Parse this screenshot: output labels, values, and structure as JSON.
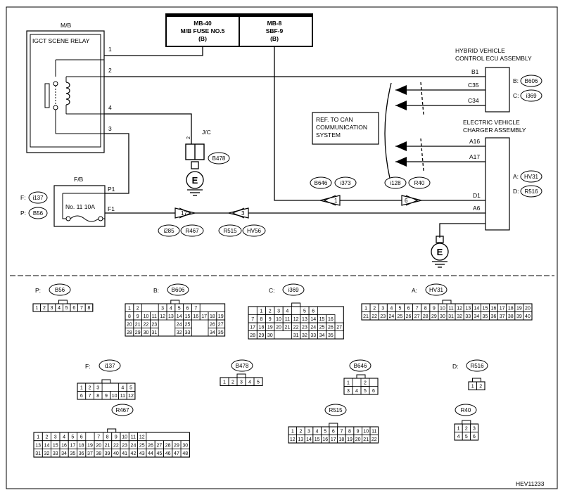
{
  "figure_id": "HEV11233",
  "mb": {
    "label": "M/B",
    "relay": "IGCT SCENE RELAY",
    "pins": [
      "1",
      "2",
      "4",
      "3"
    ],
    "fuse1_a": "MB-40",
    "fuse1_b": "M/B FUSE NO.5",
    "fuse1_c": "(B)",
    "fuse2_a": "MB-8",
    "fuse2_b": "SBF-9",
    "fuse2_c": "(B)"
  },
  "fb": {
    "label": "F/B",
    "fuse": "No. 11 10A",
    "pin_p": "P1",
    "pin_f": "F1",
    "conn_f_letter": "F:",
    "conn_f": "i137",
    "conn_p_letter": "P:",
    "conn_p": "B56"
  },
  "jc": {
    "label": "J/C",
    "pin": "2",
    "conn": "B478"
  },
  "ground": "E",
  "ecu": {
    "title1": "HYBRID VEHICLE",
    "title2": "CONTROL ECU ASSEMBLY",
    "pins": [
      "B1",
      "C35",
      "C34"
    ],
    "conn_b_letter": "B:",
    "conn_b": "B606",
    "conn_c_letter": "C:",
    "conn_c": "i369"
  },
  "charger": {
    "title1": "ELECTRIC VEHICLE",
    "title2": "CHARGER ASSEMBLY",
    "pins": [
      "A16",
      "A17",
      "D1",
      "A6"
    ],
    "conn_a_letter": "A:",
    "conn_a": "HV31",
    "conn_d_letter": "D:",
    "conn_d": "R516"
  },
  "can_ref": [
    "REF. TO CAN",
    "COMMUNICATION",
    "SYSTEM"
  ],
  "junctions": {
    "j17": {
      "num": "17",
      "c1": "i285",
      "c2": "R467"
    },
    "j3": {
      "num": "3",
      "c1": "R515",
      "c2": "HV56"
    },
    "j1": {
      "num": "1",
      "c1": "B646",
      "c2": "i373"
    },
    "j6": {
      "num": "6",
      "c1": "i128",
      "c2": "R40"
    }
  },
  "connectors": {
    "b56": {
      "letter": "P:",
      "name": "B56",
      "rows": [
        [
          "1",
          "2",
          "3",
          "4",
          "5",
          "6",
          "7",
          "8"
        ]
      ]
    },
    "b606": {
      "letter": "B:",
      "name": "B606",
      "rows": [
        [
          "1",
          "2",
          "",
          "",
          "3",
          "4",
          "5",
          "6",
          "7"
        ],
        [
          "8",
          "9",
          "10",
          "11",
          "12",
          "13",
          "14",
          "15",
          "16",
          "17",
          "18",
          "19"
        ],
        [
          "20",
          "21",
          "22",
          "23",
          "",
          "",
          "24",
          "25",
          "",
          "",
          "26",
          "27"
        ],
        [
          "28",
          "29",
          "30",
          "31",
          "",
          "",
          "32",
          "33",
          "",
          "",
          "34",
          "35"
        ]
      ]
    },
    "i369": {
      "letter": "C:",
      "name": "i369",
      "rows": [
        [
          "",
          "1",
          "2",
          "3",
          "4",
          "",
          "5",
          "6"
        ],
        [
          "7",
          "8",
          "9",
          "10",
          "11",
          "12",
          "13",
          "14",
          "15",
          "16"
        ],
        [
          "17",
          "18",
          "19",
          "20",
          "21",
          "22",
          "23",
          "24",
          "25",
          "26",
          "27"
        ],
        [
          "28",
          "29",
          "30",
          "",
          "",
          "31",
          "32",
          "33",
          "34",
          "35"
        ]
      ]
    },
    "hv31": {
      "letter": "A:",
      "name": "HV31",
      "rows": [
        [
          "1",
          "2",
          "3",
          "4",
          "5",
          "6",
          "7",
          "8",
          "9",
          "10",
          "11",
          "12",
          "13",
          "14",
          "15",
          "16",
          "17",
          "18",
          "19",
          "20"
        ],
        [
          "21",
          "22",
          "23",
          "24",
          "25",
          "26",
          "27",
          "28",
          "29",
          "30",
          "31",
          "32",
          "33",
          "34",
          "35",
          "36",
          "37",
          "38",
          "39",
          "40"
        ]
      ]
    },
    "i137": {
      "letter": "F:",
      "name": "i137",
      "rows": [
        [
          "1",
          "2",
          "3",
          "",
          "",
          "4",
          "5"
        ],
        [
          "6",
          "7",
          "8",
          "9",
          "10",
          "11",
          "12"
        ]
      ]
    },
    "b478": {
      "name": "B478",
      "rows": [
        [
          "1",
          "2",
          "3",
          "4",
          "5"
        ]
      ]
    },
    "b646": {
      "name": "B646",
      "rows": [
        [
          "1",
          "",
          "2"
        ],
        [
          "3",
          "4",
          "5",
          "6"
        ]
      ]
    },
    "r516": {
      "letter": "D:",
      "name": "R516",
      "rows": [
        [
          "1",
          "2"
        ]
      ]
    },
    "r467": {
      "name": "R467",
      "rows": [
        [
          "1",
          "2",
          "3",
          "4",
          "5",
          "6",
          "",
          "7",
          "8",
          "9",
          "10",
          "11",
          "12"
        ],
        [
          "13",
          "14",
          "15",
          "16",
          "17",
          "18",
          "19",
          "20",
          "21",
          "22",
          "23",
          "24",
          "25",
          "26",
          "27",
          "28",
          "29",
          "30"
        ],
        [
          "31",
          "32",
          "33",
          "34",
          "35",
          "36",
          "37",
          "38",
          "39",
          "40",
          "41",
          "42",
          "43",
          "44",
          "45",
          "46",
          "47",
          "48"
        ]
      ]
    },
    "r515": {
      "name": "R515",
      "rows": [
        [
          "1",
          "2",
          "3",
          "4",
          "5",
          "6",
          "7",
          "8",
          "9",
          "10",
          "11"
        ],
        [
          "12",
          "13",
          "14",
          "15",
          "16",
          "17",
          "18",
          "19",
          "20",
          "21",
          "22"
        ]
      ]
    },
    "r40": {
      "name": "R40",
      "rows": [
        [
          "1",
          "2",
          "3"
        ],
        [
          "4",
          "5",
          "6"
        ]
      ]
    }
  }
}
